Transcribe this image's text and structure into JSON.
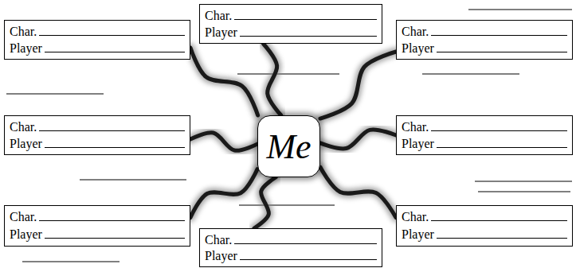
{
  "diagram": {
    "nodes": [
      {
        "text": [
          "Char.",
          "Player"
        ]
      },
      {
        "text": [
          "Char.",
          "Player"
        ]
      },
      {
        "text": [
          "Char.",
          "Player"
        ]
      },
      {
        "text": [
          "Char.",
          "Player"
        ]
      },
      {
        "text": [
          "Me"
        ]
      },
      {
        "text": [
          "Char.",
          "Player"
        ]
      },
      {
        "text": [
          "Char.",
          "Player"
        ]
      },
      {
        "text": [
          "Char.",
          "Player"
        ]
      },
      {
        "text": [
          "Char.",
          "Player"
        ]
      }
    ],
    "edges": [
      {
        "from": 4,
        "to": 0,
        "arrow": "none"
      },
      {
        "from": 4,
        "to": 1,
        "arrow": "none"
      },
      {
        "from": 4,
        "to": 2,
        "arrow": "none"
      },
      {
        "from": 4,
        "to": 3,
        "arrow": "none"
      },
      {
        "from": 4,
        "to": 5,
        "arrow": "none"
      },
      {
        "from": 4,
        "to": 6,
        "arrow": "none"
      },
      {
        "from": 4,
        "to": 7,
        "arrow": "none"
      },
      {
        "from": 4,
        "to": 8,
        "arrow": "none"
      }
    ]
  }
}
